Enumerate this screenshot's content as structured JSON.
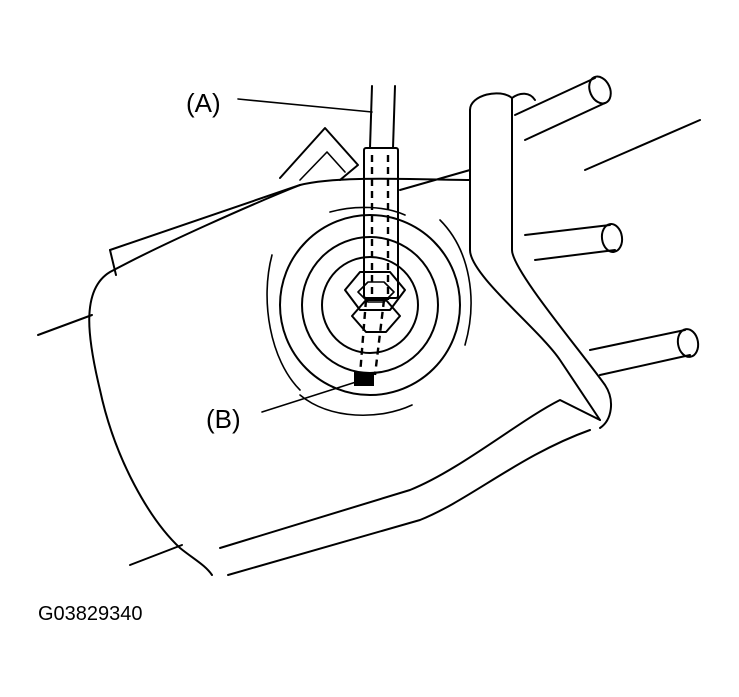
{
  "callouts": {
    "a": "(A)",
    "b": "(B)"
  },
  "figure_id": "G03829340",
  "colors": {
    "line": "#000000",
    "background": "#ffffff"
  }
}
